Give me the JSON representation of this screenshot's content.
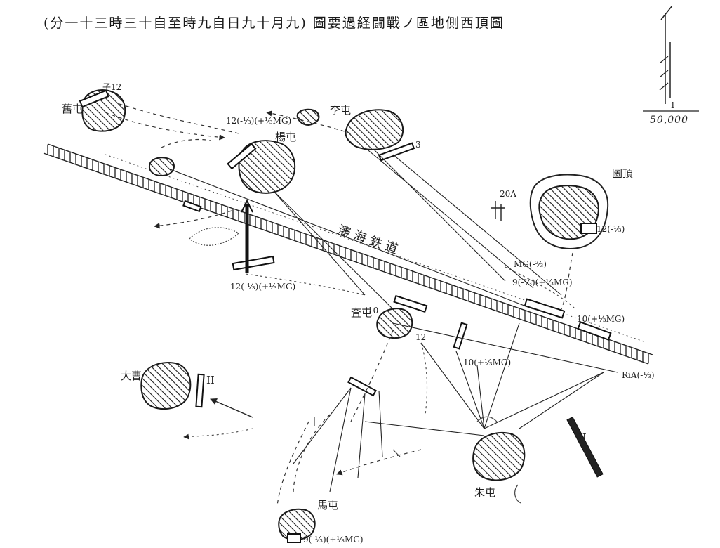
{
  "title": "(分一十三時三十自至時九自日九十月九) 圖要過経闘戰ノ區地側西頂圖",
  "scale": {
    "denominator": "50,000"
  },
  "railway": {
    "label": "瀋 海 鉄 道"
  },
  "villages": {
    "nw": "舊屯",
    "north_center": "楊屯",
    "north_east": "李屯",
    "east": "圖頂",
    "center": "査屯",
    "west": "大曹",
    "southeast": "朱屯",
    "south": "馬屯"
  },
  "unit_labels": {
    "top_left": "子12",
    "mg_north": "12(-⅓)(+⅓MG)",
    "li_unit": "3",
    "artillery_20a": "20A",
    "east_unit": "12(-⅓)",
    "mg_mid": "MG(-⅔)",
    "mid_9": "9(-⅔)(+⅓MG)",
    "mid_12_left": "12(-⅓)(+⅓MG)",
    "right_10": "10(+⅓MG)",
    "center_10": "10",
    "center_12": "12",
    "mid_10": "10(+⅓MG)",
    "ria": "RiA(-⅓)",
    "roman_ii_west": "II",
    "roman_ii_east": "II",
    "south_unit": "9(-⅓)(+⅓MG)"
  },
  "colors": {
    "ink": "#1a1a1a",
    "paper": "#ffffff"
  }
}
